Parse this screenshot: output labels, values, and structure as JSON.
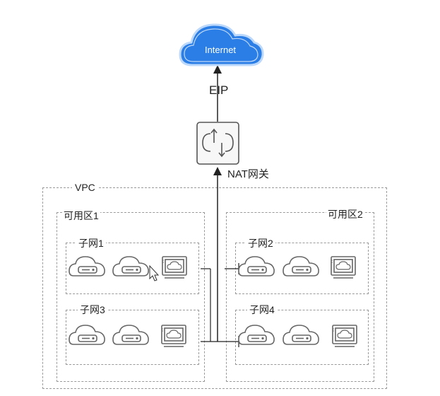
{
  "internet": {
    "label": "Internet"
  },
  "eip": {
    "label": "EIP"
  },
  "nat": {
    "label": "NAT网关"
  },
  "vpc": {
    "label": "VPC"
  },
  "zones": [
    {
      "label": "可用区1"
    },
    {
      "label": "可用区2"
    }
  ],
  "subnets": [
    {
      "label": "子网1"
    },
    {
      "label": "子网2"
    },
    {
      "label": "子网3"
    },
    {
      "label": "子网4"
    }
  ],
  "colors": {
    "cloud": "#2a7ee6",
    "line": "#222222",
    "dash": "#9a9a9a",
    "icon": "#666666"
  }
}
